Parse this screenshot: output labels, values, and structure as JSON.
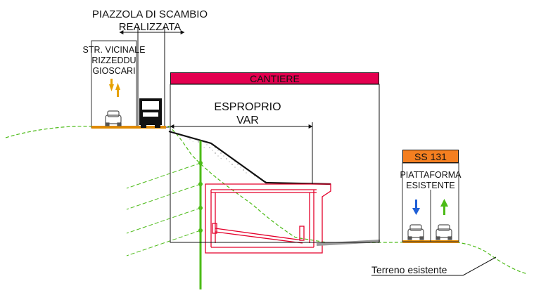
{
  "labels": {
    "piazzola_line1": "PIAZZOLA DI SCAMBIO",
    "piazzola_line2": "REALIZZATA",
    "vicinale_line1": "STR. VICINALE",
    "vicinale_line2": "RIZZEDDU",
    "vicinale_line3": "GIOSCARI",
    "cantiere": "CANTIERE",
    "esproprio_line1": "ESPROPRIO",
    "esproprio_line2": "VAR",
    "ss131": "SS 131",
    "piattaforma_line1": "PIATTAFORMA",
    "piattaforma_line2": "ESISTENTE",
    "terreno": "Terreno esistente"
  },
  "colors": {
    "cantiere_banner": "#e3004f",
    "ss131_banner": "#f47f20",
    "existing_ground": "#4cbb17",
    "structure": "#e4002b",
    "road_surface": "#e08a00",
    "arrow_blue": "#1f5fd6",
    "arrow_green": "#4cbb17",
    "arrow_orange": "#e6a100"
  },
  "icons": {
    "car": "car-icon",
    "truck": "truck-icon"
  }
}
